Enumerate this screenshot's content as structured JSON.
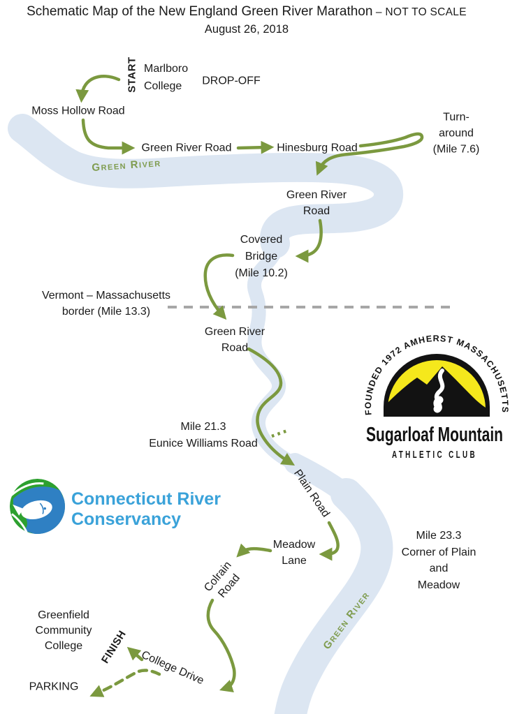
{
  "title": {
    "main": "Schematic Map of the New England Green River Marathon",
    "suffix": "– NOT TO SCALE",
    "date": "August 26, 2018"
  },
  "colors": {
    "route_green": "#7b993f",
    "river_blue": "#dce6f2",
    "river_text_green": "#7f9c4f",
    "border_dash_gray": "#a7a7a7",
    "smac_yellow": "#f5e81c",
    "smac_black": "#121212",
    "crc_green": "#2da02f",
    "crc_water_blue": "#2f80c3",
    "crc_text_blue": "#3aa2d9"
  },
  "labels": {
    "start": "START",
    "marlboro": "Marlboro\nCollege",
    "dropoff": "DROP-OFF",
    "moss_hollow": "Moss Hollow Road",
    "green_river_road_1": "Green River Road",
    "hinesburg": "Hinesburg Road",
    "turn_around": "Turn-around\n(Mile 7.6)",
    "river_top": "Green River",
    "green_river_road_2": "Green River\nRoad",
    "covered_bridge": "Covered\nBridge\n(Mile 10.2)",
    "vt_ma_border": "Vermont – Massachusetts\nborder (Mile 13.3)",
    "green_river_road_3": "Green River\nRoad",
    "mile_21_3": "Mile 21.3\nEunice Williams Road",
    "plain_road": "Plain Road",
    "meadow_lane": "Meadow\nLane",
    "mile_23_3": "Mile 23.3\nCorner of Plain and\nMeadow",
    "colrain_road": "Colrain\nRoad",
    "greenfield": "Greenfield\nCommunity\nCollege",
    "finish": "FINISH",
    "college_drive": "College Drive",
    "parking": "PARKING",
    "river_bottom": "Green River"
  },
  "logos": {
    "sugarloaf": {
      "arc": "FOUNDED 1972 AMHERST MASSACHUSETTS",
      "name": "Sugarloaf Mountain",
      "sub": "ATHLETIC CLUB"
    },
    "conservancy": {
      "name": "Connecticut River\nConservancy"
    }
  }
}
